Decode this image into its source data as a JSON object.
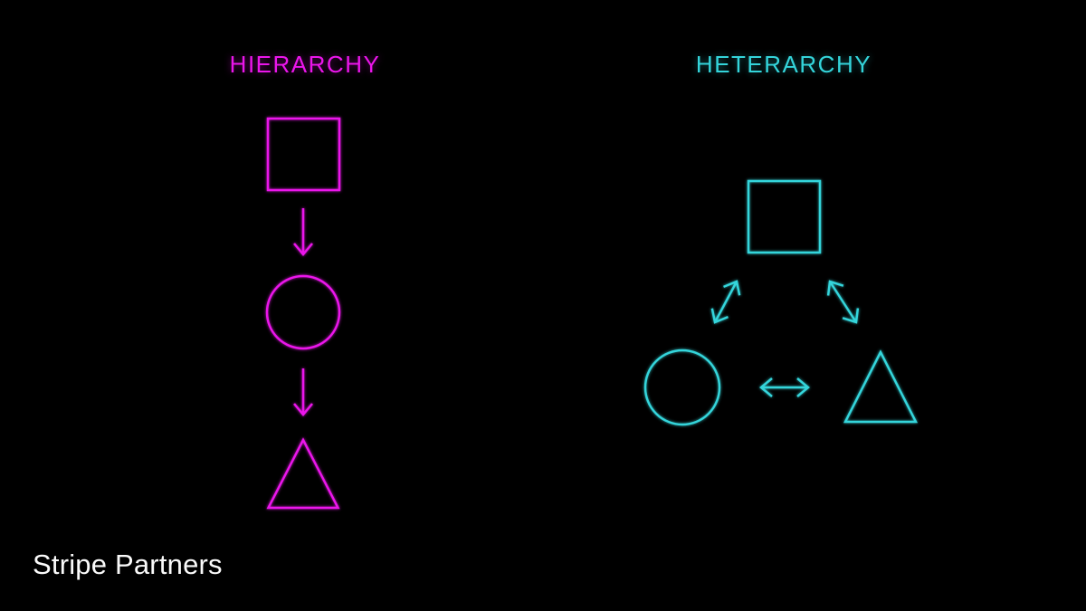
{
  "slide": {
    "brand": "Stripe Partners"
  },
  "colors": {
    "background": "#000000",
    "hierarchy": "#EB16EB",
    "heterarchy": "#34D5DB",
    "brand_text": "#FAFAFA"
  },
  "diagram": {
    "left": {
      "title": "HIERARCHY",
      "layout": "vertical-chain",
      "nodes": [
        "square",
        "circle",
        "triangle"
      ],
      "edges": [
        {
          "from": "square",
          "to": "circle",
          "type": "one-way-arrow-down"
        },
        {
          "from": "circle",
          "to": "triangle",
          "type": "one-way-arrow-down"
        }
      ]
    },
    "right": {
      "title": "HETERARCHY",
      "layout": "triangle-network",
      "nodes": [
        "square",
        "circle",
        "triangle"
      ],
      "edges": [
        {
          "from": "square",
          "to": "circle",
          "type": "double-headed-arrow"
        },
        {
          "from": "square",
          "to": "triangle",
          "type": "double-headed-arrow"
        },
        {
          "from": "circle",
          "to": "triangle",
          "type": "double-headed-arrow"
        }
      ]
    }
  }
}
